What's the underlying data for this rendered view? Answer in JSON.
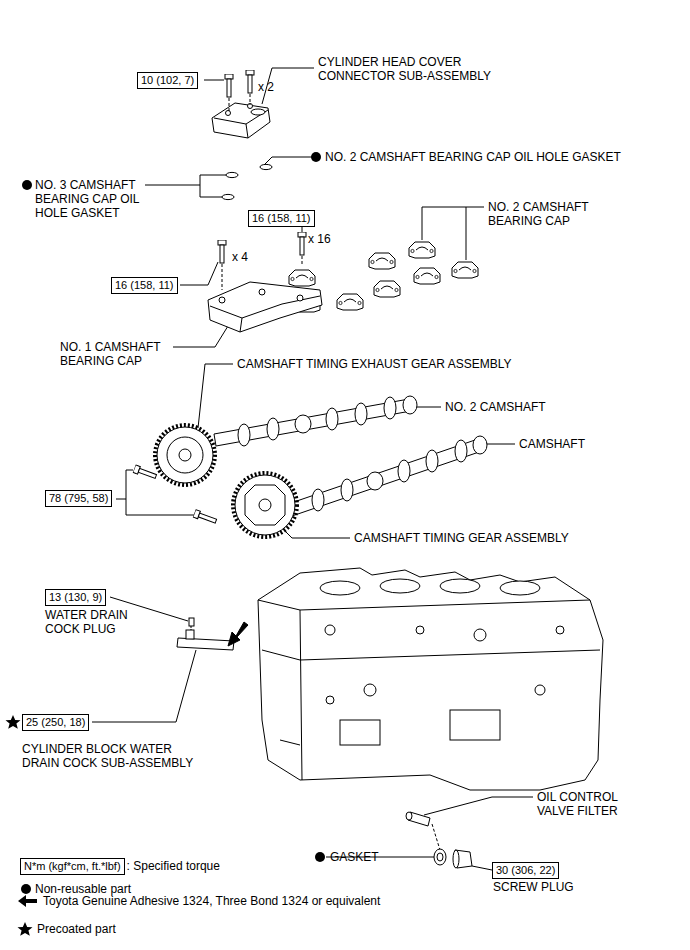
{
  "diagram": {
    "nodes": [
      {
        "text": [
          "10 (102, 7)"
        ]
      },
      {
        "text": [
          "16 (158, 11)"
        ]
      },
      {
        "text": [
          "16 (158, 11)"
        ]
      },
      {
        "text": [
          "78 (795, 58)"
        ]
      },
      {
        "text": [
          "13 (130, 9)"
        ]
      },
      {
        "text": [
          "25 (250, 18)"
        ]
      },
      {
        "text": [
          "30 (306, 22)"
        ]
      },
      {
        "text": [
          "N*m (kgf*cm, ft.*lbf)"
        ]
      }
    ],
    "labels": [
      "x 2",
      "CYLINDER HEAD COVER CONNECTOR SUB-ASSEMBLY",
      "NO. 2 CAMSHAFT BEARING CAP OIL HOLE GASKET",
      "NO. 3 CAMSHAFT BEARING CAP OIL HOLE GASKET",
      "x 16",
      "NO. 2 CAMSHAFT BEARING CAP",
      "x 4",
      "NO. 1 CAMSHAFT BEARING CAP",
      "CAMSHAFT TIMING EXHAUST GEAR ASSEMBLY",
      "NO. 2 CAMSHAFT",
      "CAMSHAFT",
      "CAMSHAFT TIMING GEAR ASSEMBLY",
      "WATER DRAIN COCK PLUG",
      "CYLINDER BLOCK WATER DRAIN COCK SUB-ASSEMBLY",
      "OIL CONTROL VALVE FILTER",
      "GASKET",
      "SCREW PLUG",
      ": Specified torque"
    ],
    "legend": [
      {
        "text": "Non-reusable part"
      },
      {
        "text": "Toyota Genuine Adhesive 1324, Three Bond 1324 or equivalent"
      },
      {
        "text": "Precoated part"
      }
    ]
  }
}
